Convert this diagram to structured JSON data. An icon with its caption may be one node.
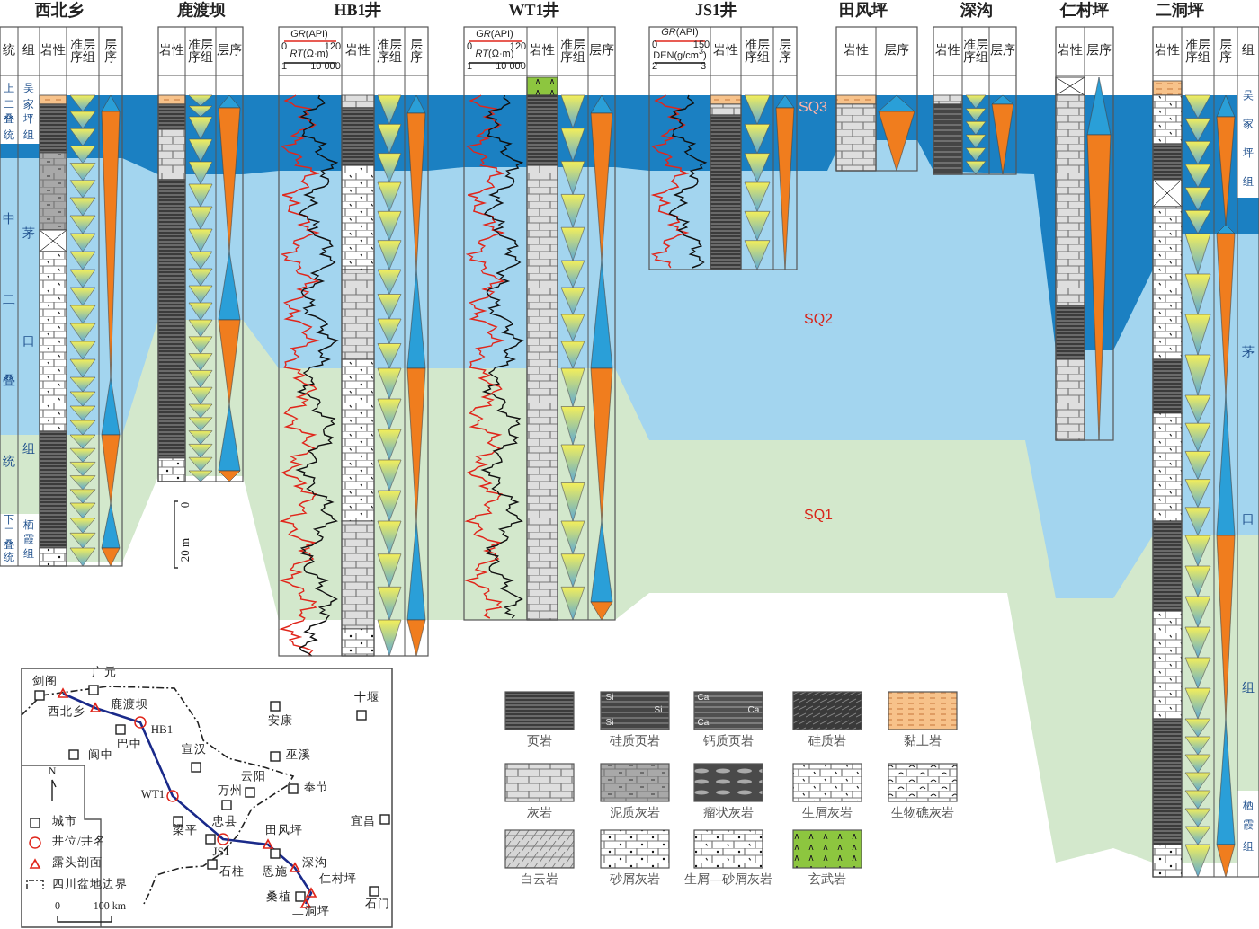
{
  "diagram": {
    "labels": [
      "西北乡",
      "鹿渡坝",
      "HB1井",
      "WT1井",
      "JS1井",
      "田风坪",
      "深沟",
      "仁村坪",
      "二洞坪",
      "统",
      "组",
      "岩性",
      "准层序组",
      "层序",
      "岩性",
      "准层序组",
      "层序",
      "*GR*(API)",
      "0",
      "120",
      "*RT*(Ω·m)",
      "1",
      "10 000",
      "岩性",
      "准层序组",
      "层序",
      "*GR*(API)",
      "0",
      "120",
      "*RT*(Ω·m)",
      "1",
      "10 000",
      "岩性",
      "准层序组",
      "层序",
      "*GR*(API)",
      "0",
      "150",
      "DEN(g/cm$^{3}$)",
      "2",
      "3",
      "岩性",
      "准层序组",
      "层序",
      "岩性",
      "层序",
      "岩性",
      "准层序组",
      "层序",
      "岩性",
      "层序",
      "岩性",
      "准层序组",
      "层序",
      "组",
      "上二叠统",
      "吴家坪组",
      "中二叠统",
      "茅口组",
      "下二叠统",
      "栖霞组",
      "吴家坪组",
      "茅口组",
      "栖霞组",
      "SQ3",
      "SQ2",
      "SQ1",
      "0",
      "20 m",
      "剑阁",
      "广元",
      "西北乡",
      "鹿渡坝",
      "HB1",
      "十堰",
      "安康",
      "巴中",
      "阆中",
      "宣汉",
      "巫溪",
      "N",
      "云阳",
      "奉节",
      "WT1",
      "万州",
      "梁平",
      "忠县",
      "宜昌",
      "JS1",
      "田风坪",
      "石柱",
      "恩施",
      "深沟",
      "仁村坪",
      "桑植",
      "石门",
      "二洞坪",
      "0",
      "100 km",
      "Si",
      "Si",
      "Si",
      "Ca",
      "Ca",
      "Ca"
    ],
    "legend": [
      {
        "text": "城市"
      },
      {
        "text": "井位/井名"
      },
      {
        "text": "露头剖面"
      },
      {
        "text": "四川盆地边界"
      },
      {
        "text": "页岩"
      },
      {
        "text": "硅质页岩"
      },
      {
        "text": "钙质页岩"
      },
      {
        "text": "硅质岩"
      },
      {
        "text": "黏土岩"
      },
      {
        "text": "灰岩"
      },
      {
        "text": "泥质灰岩"
      },
      {
        "text": "瘤状灰岩"
      },
      {
        "text": "生屑灰岩"
      },
      {
        "text": "生物礁灰岩"
      },
      {
        "text": "白云岩"
      },
      {
        "text": "砂屑灰岩"
      },
      {
        "text": "生屑—砂屑灰岩"
      },
      {
        "text": "玄武岩"
      }
    ]
  }
}
